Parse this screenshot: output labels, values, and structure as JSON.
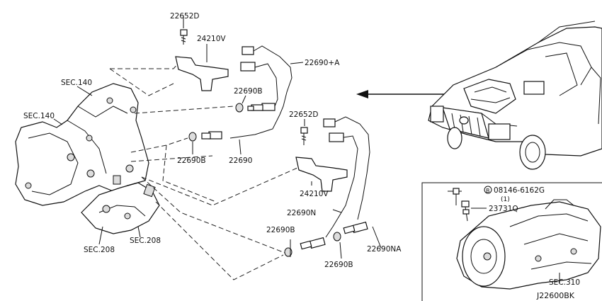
{
  "labels": {
    "bolt_top": "22652D",
    "bracket_top": "24210V",
    "sensor_front": "22690+A",
    "washer_top": "22690B",
    "sensor_mid": "22690",
    "washer_mid": "22690B",
    "bolt_mid": "22652D",
    "bracket_mid": "24210V",
    "sensor_rear": "22690N",
    "washer_low_left": "22690B",
    "washer_low_right": "22690B",
    "sensor_rear_na": "22690NA",
    "sec140_top": "SEC.140",
    "sec140_left": "SEC.140",
    "sec208_left": "SEC.208",
    "sec208_right": "SEC.208",
    "bolt_ref_symbol": "B",
    "bolt_ref": "08146-6162G",
    "bolt_qty": "(1)",
    "sensor_trans": "23731Q",
    "sec310": "SEC.310",
    "diagram_id": "J22600BK"
  }
}
